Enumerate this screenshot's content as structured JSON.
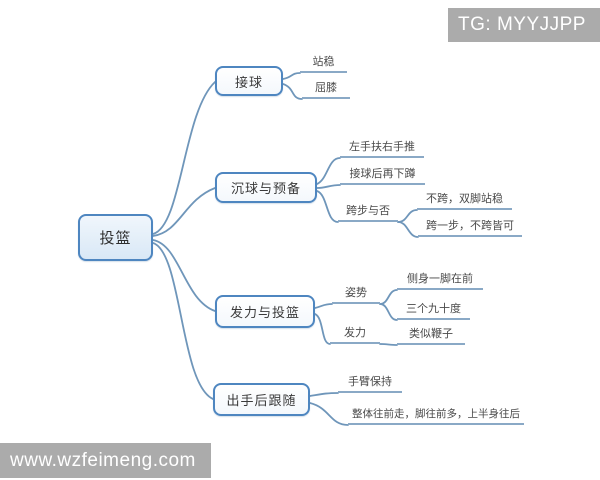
{
  "overlays": {
    "tg_badge": "TG: MYYJJPP",
    "watermark": "www.wzfeimeng.com"
  },
  "colors": {
    "edge": "#6f96ba",
    "node_border": "#4e86c0",
    "root_fill": "#d9e8f6",
    "leaf_underline": "#8aa9c6",
    "watermark_bg": "#ababab",
    "text": "#3a3a3a"
  },
  "mindmap": {
    "root": {
      "label": "投篮"
    },
    "branches": [
      {
        "label": "接球",
        "children": [
          {
            "label": "站稳"
          },
          {
            "label": "屈膝"
          }
        ]
      },
      {
        "label": "沉球与预备",
        "children": [
          {
            "label": "左手扶右手推"
          },
          {
            "label": "接球后再下蹲"
          },
          {
            "label": "跨步与否",
            "children": [
              {
                "label": "不跨，双脚站稳"
              },
              {
                "label": "跨一步，不跨皆可"
              }
            ]
          }
        ]
      },
      {
        "label": "发力与投篮",
        "children": [
          {
            "label": "姿势",
            "children": [
              {
                "label": "侧身一脚在前"
              },
              {
                "label": "三个九十度"
              }
            ]
          },
          {
            "label": "发力",
            "children": [
              {
                "label": "类似鞭子"
              }
            ]
          }
        ]
      },
      {
        "label": "出手后跟随",
        "children": [
          {
            "label": "手臂保持"
          },
          {
            "label": "整体往前走，脚往前多，上半身往后"
          }
        ]
      }
    ]
  }
}
